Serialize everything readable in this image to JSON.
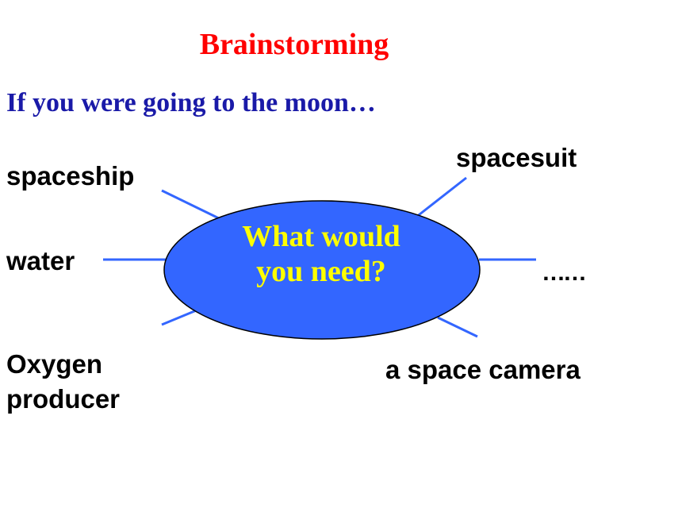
{
  "slide": {
    "title": "Brainstorming",
    "prompt": "If you were going to the moon…"
  },
  "mind_map": {
    "center": {
      "line1": "What would",
      "line2": "you need?",
      "fill_color": "#3366ff",
      "text_color": "#ffff00"
    },
    "line_color": "#3366ff",
    "branches": {
      "spaceship": "spaceship",
      "spacesuit": "spacesuit",
      "water": "water",
      "ellipsis": "……",
      "oxygen_line1": "Oxygen",
      "oxygen_line2": "producer",
      "camera": "a space camera"
    }
  }
}
